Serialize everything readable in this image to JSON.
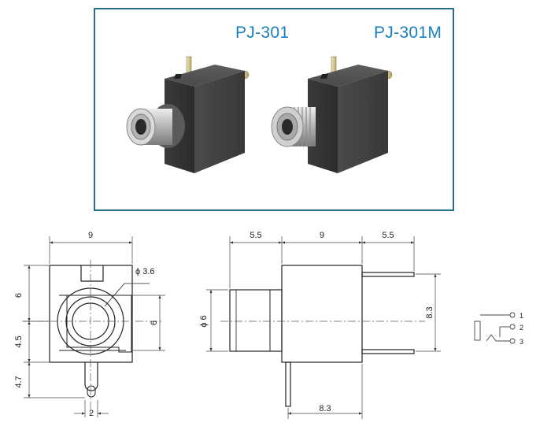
{
  "models": {
    "left": "PJ-301",
    "right": "PJ-301M"
  },
  "front_view": {
    "width": "9",
    "hole": "ϕ 3.6",
    "top_height": "6",
    "mid_height": "4.5",
    "right_height": "6",
    "tab_length": "4.7",
    "tab_width": "2"
  },
  "side_view": {
    "left_offset": "5.5",
    "body_width": "9",
    "right_offset": "5.5",
    "barrel_dia": "ϕ 6",
    "pin_span": "8.3",
    "bottom_span": "8.3"
  },
  "schematic": {
    "pins": [
      "1",
      "2",
      "3"
    ]
  },
  "colors": {
    "frame": "#2a6f8f",
    "title": "#1a7fbf",
    "line": "#222222",
    "dim": "#555555"
  }
}
